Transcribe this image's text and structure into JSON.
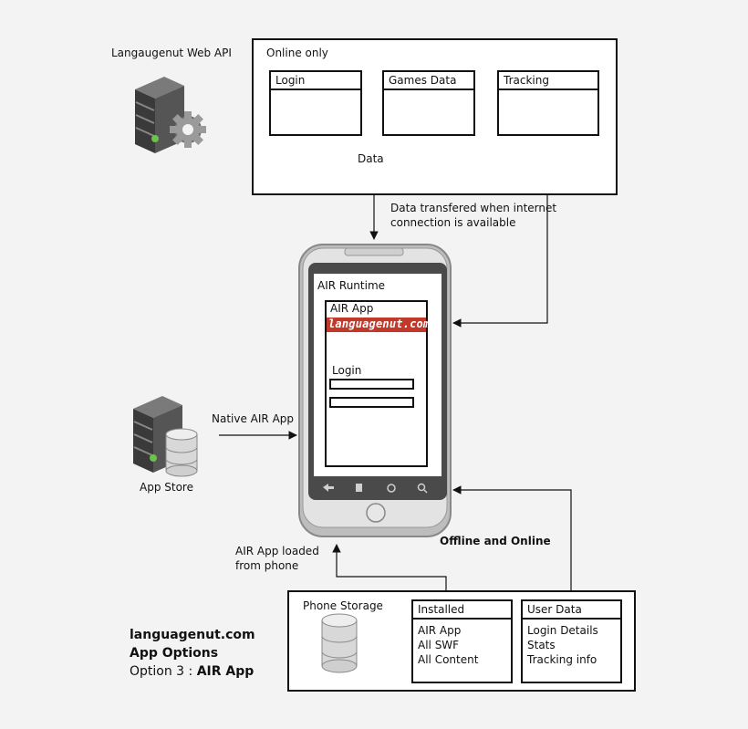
{
  "api": {
    "label": "Langaugenut Web API",
    "group_label": "Online only",
    "modules": [
      "Login",
      "Games Data",
      "Tracking"
    ],
    "data_label": "Data"
  },
  "transfer_note": {
    "line1": "Data transfered when internet",
    "line2": "connection is available"
  },
  "phone": {
    "runtime_label": "AIR Runtime",
    "app_label": "AIR App",
    "logo_text": "languagenut.com",
    "login_label": "Login",
    "mode_label": "Offline and Online"
  },
  "app_store": {
    "label": "App Store",
    "arrow_label": "Native AIR App"
  },
  "loaded_note": {
    "line1": "AIR App loaded",
    "line2": "from phone"
  },
  "storage": {
    "label": "Phone Storage",
    "installed": {
      "header": "Installed",
      "items": [
        "AIR App",
        "All SWF",
        "All Content"
      ]
    },
    "user_data": {
      "header": "User Data",
      "items": [
        "Login Details",
        "Stats",
        "Tracking info"
      ]
    }
  },
  "footer": {
    "line1": "languagenut.com",
    "line2": "App Options",
    "line3_prefix": "Option 3 : ",
    "line3_bold": "AIR App"
  }
}
